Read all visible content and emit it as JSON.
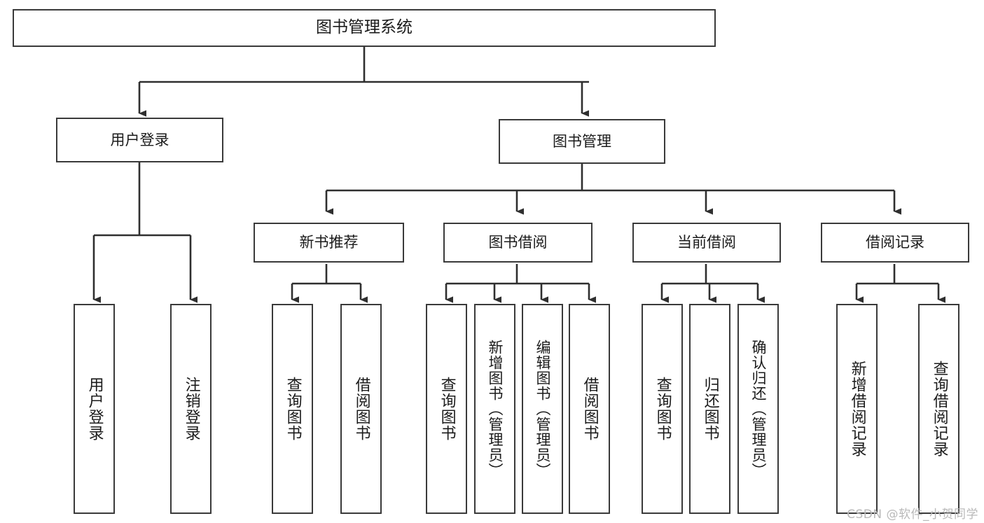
{
  "diagram": {
    "title": "图书管理系统",
    "type": "hierarchy-tree",
    "watermark": "CSDN @软件_小贺同学",
    "nodes": {
      "root": {
        "label": "图书管理系统"
      },
      "level2": [
        {
          "label": "用户登录"
        },
        {
          "label": "图书管理"
        }
      ],
      "level3": [
        {
          "label": "新书推荐"
        },
        {
          "label": "图书借阅"
        },
        {
          "label": "当前借阅"
        },
        {
          "label": "借阅记录"
        }
      ],
      "leaves": {
        "user_login": [
          {
            "label": "用户登录"
          },
          {
            "label": "注销登录"
          }
        ],
        "new_book": [
          {
            "label": "查询图书"
          },
          {
            "label": "借阅图书"
          }
        ],
        "book_borrow": [
          {
            "label": "查询图书"
          },
          {
            "label": "新增图书（管理员）"
          },
          {
            "label": "编辑图书（管理员）"
          },
          {
            "label": "借阅图书"
          }
        ],
        "current_borrow": [
          {
            "label": "查询图书"
          },
          {
            "label": "归还图书"
          },
          {
            "label": "确认归还（管理员）"
          }
        ],
        "borrow_record": [
          {
            "label": "新增借阅记录"
          },
          {
            "label": "查询借阅记录"
          }
        ]
      }
    },
    "colors": {
      "stroke": "#3a3a3a",
      "fill": "#ffffff",
      "text": "#1b1b1b",
      "watermark": "#b9b9b9"
    }
  }
}
